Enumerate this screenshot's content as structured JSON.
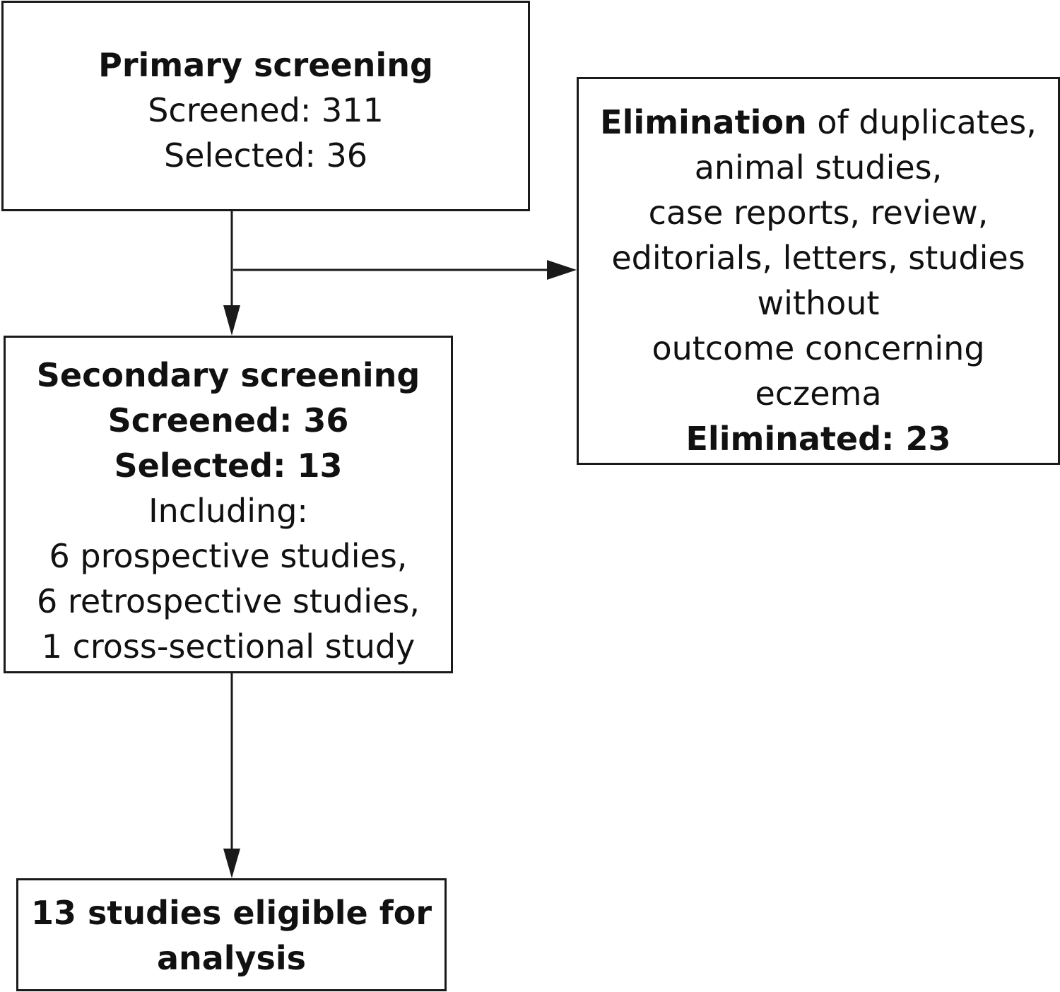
{
  "primary": {
    "title": "Primary screening",
    "screened": "Screened: 311",
    "selected": "Selected: 36"
  },
  "elimination": {
    "lead": "Elimination",
    "line1_rest": " of duplicates,",
    "line2": "animal studies,",
    "line3": "case reports, review,",
    "line4": "editorials, letters, studies",
    "line5": "without",
    "line6": "outcome concerning",
    "line7": "eczema",
    "eliminated": "Eliminated: 23"
  },
  "secondary": {
    "title": "Secondary screening",
    "screened": "Screened: 36",
    "selected": "Selected: 13",
    "including": "Including:",
    "item1": "6 prospective studies,",
    "item2": "6 retrospective studies,",
    "item3": "1 cross-sectional study"
  },
  "final": {
    "line1": "13 studies eligible for",
    "line2": "analysis"
  }
}
